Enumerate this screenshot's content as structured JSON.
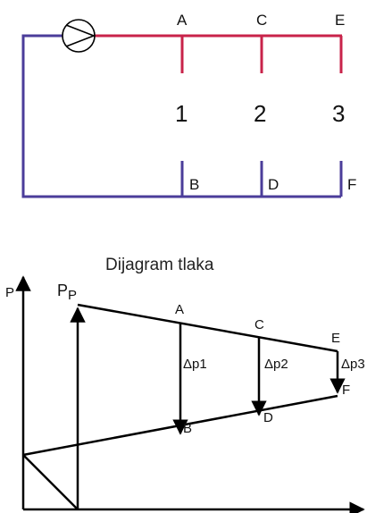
{
  "circuit": {
    "supply_color": "#c8234a",
    "return_color": "#4b3d9a",
    "node_labels": [
      "A",
      "C",
      "E",
      "B",
      "D",
      "F"
    ],
    "consumer_labels": [
      "1",
      "2",
      "3"
    ]
  },
  "pressure_diagram": {
    "title": "Dijagram tlaka",
    "axis_label": "P",
    "pump_label_main": "P",
    "pump_label_sub": "P",
    "point_labels": [
      "A",
      "C",
      "E",
      "B",
      "D",
      "F"
    ],
    "delta_labels": [
      "Δp1",
      "Δp2",
      "Δp3"
    ]
  },
  "icons": [
    "pump-icon",
    "arrow-icon"
  ]
}
